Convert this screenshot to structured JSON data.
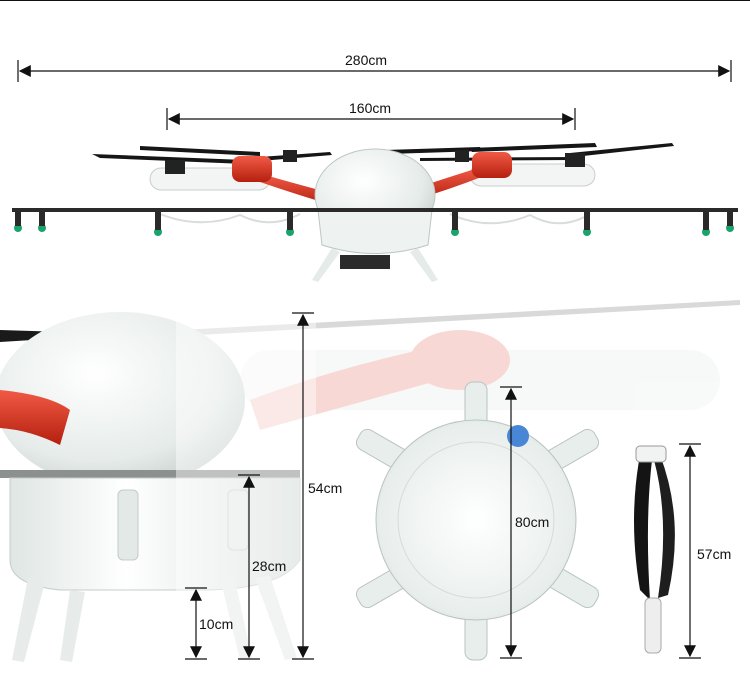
{
  "dimensions": {
    "overall_width": "280cm",
    "rotor_span": "160cm",
    "body_height": "54cm",
    "tank_height": "28cm",
    "leg_clearance": "10cm",
    "top_view_diameter": "80cm",
    "propeller_length": "57cm"
  },
  "colors": {
    "body": "#eef1f0",
    "arm_accent": "#d8301f",
    "propeller": "#1a1a1a",
    "nozzle": "#1aa36b",
    "dimension_line": "#111111"
  }
}
